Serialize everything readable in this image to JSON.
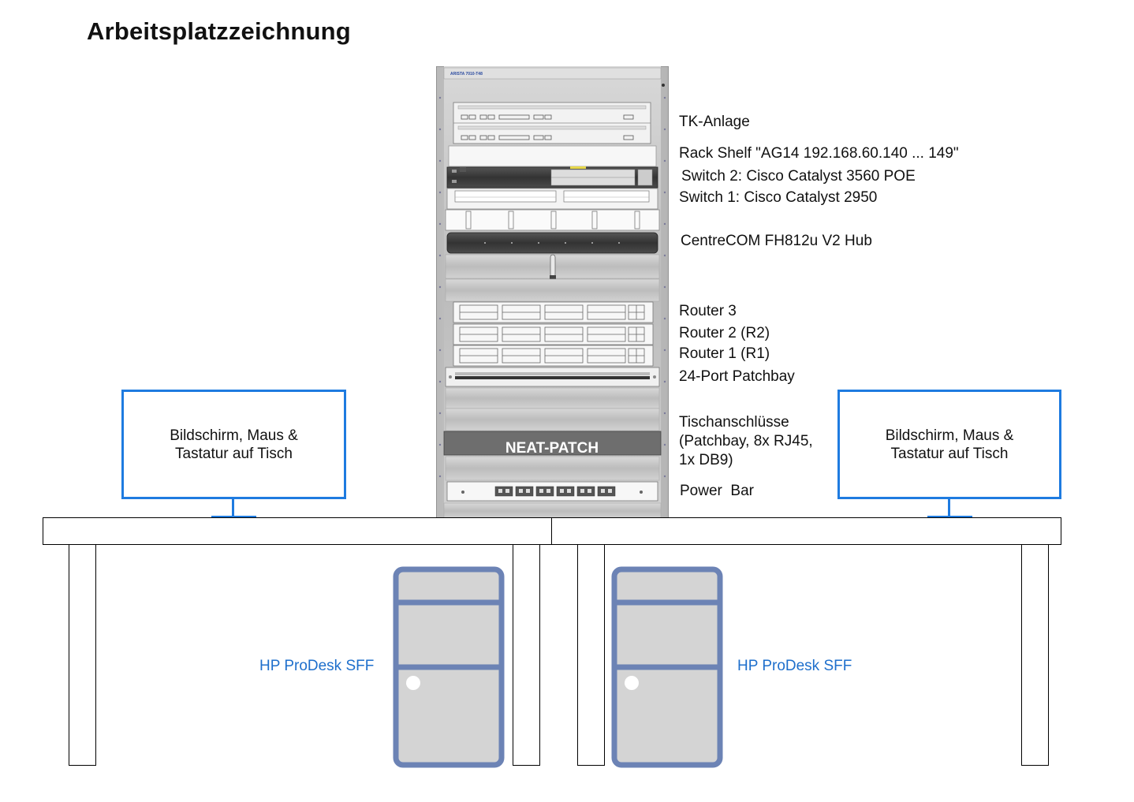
{
  "title": "Arbeitsplatzzeichnung",
  "rack": {
    "brand_text": "ARISTA 7010-T48",
    "neat_patch_label": "NEAT-PATCH",
    "labels": [
      {
        "id": "tk",
        "text": "TK-Anlage"
      },
      {
        "id": "shelf",
        "text": "Rack Shelf \"AG14 192.168.60.140 ... 149\""
      },
      {
        "id": "sw2",
        "text": "Switch 2: Cisco Catalyst 3560 POE"
      },
      {
        "id": "sw1",
        "text": "Switch 1: Cisco Catalyst 2950"
      },
      {
        "id": "hub",
        "text": "CentreCOM FH812u V2 Hub"
      },
      {
        "id": "r3",
        "text": "Router 3"
      },
      {
        "id": "r2",
        "text": "Router 2 (R2)"
      },
      {
        "id": "r1",
        "text": "Router 1 (R1)"
      },
      {
        "id": "patch",
        "text": "24-Port Patchbay"
      },
      {
        "id": "tisch1",
        "text": "Tischanschlüsse"
      },
      {
        "id": "tisch2",
        "text": "(Patchbay, 8x RJ45,"
      },
      {
        "id": "tisch3",
        "text": "1x DB9)"
      },
      {
        "id": "power",
        "text": "Power  Bar"
      }
    ]
  },
  "workstations": [
    {
      "monitor_line1": "Bildschirm, Maus &",
      "monitor_line2": "Tastatur auf Tisch",
      "pc_label": "HP ProDesk SFF"
    },
    {
      "monitor_line1": "Bildschirm, Maus &",
      "monitor_line2": "Tastatur auf Tisch",
      "pc_label": "HP ProDesk SFF"
    }
  ],
  "colors": {
    "monitor_border": "#1e7be0",
    "pc_border": "#6c83b5",
    "pc_fill": "#d4d4d4",
    "pc_label": "#1e6fcc"
  }
}
